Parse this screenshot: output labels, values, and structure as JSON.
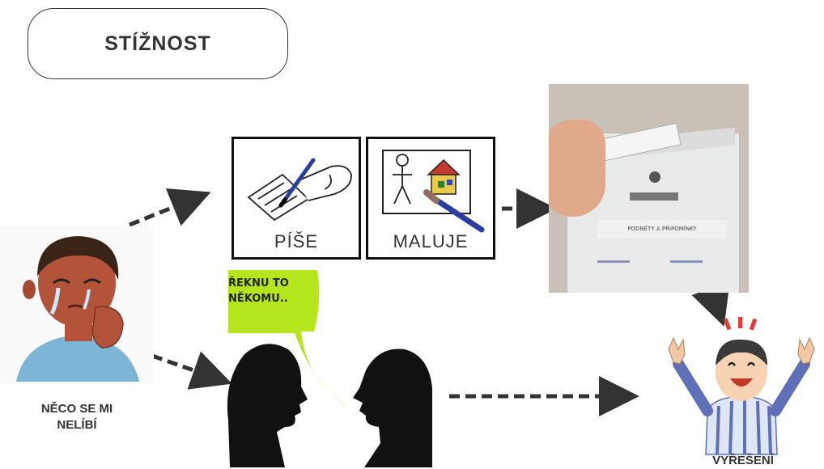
{
  "title": "STÍŽNOST",
  "cards": [
    {
      "label": "PÍŠE"
    },
    {
      "label": "MALUJE"
    }
  ],
  "mailbox": {
    "sign": "PODNĚTY A PŘIPOMÍNKY"
  },
  "speech_bubble": {
    "line1": "ŘEKNU TO",
    "line2": "NĚKOMU.."
  },
  "sad_person": {
    "caption_line1": "NĚCO SE MI",
    "caption_line2": "NELÍBÍ"
  },
  "happy_person": {
    "caption": "VYŘEŠENÍ"
  },
  "colors": {
    "bubble": "#b5e61d",
    "arrow": "#333333",
    "skin": "#b3533a",
    "shirt": "#7cb5d6"
  }
}
